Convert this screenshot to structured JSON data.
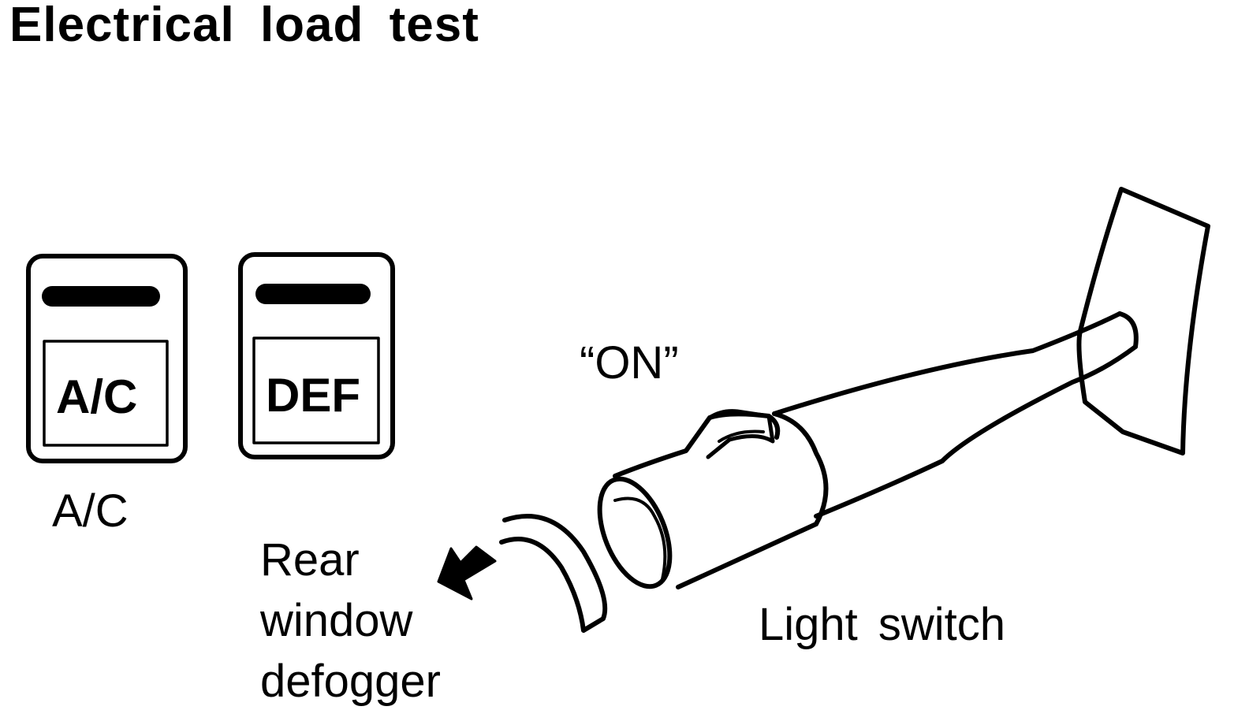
{
  "title": "Electrical load test",
  "buttons": {
    "ac": {
      "face_label": "A/C",
      "caption": "A/C"
    },
    "def": {
      "face_label": "DEF"
    }
  },
  "on_label": "“ON”",
  "defogger_label": {
    "line1": "Rear",
    "line2": "window",
    "line3": "defogger"
  },
  "light_switch_label": "Light switch"
}
